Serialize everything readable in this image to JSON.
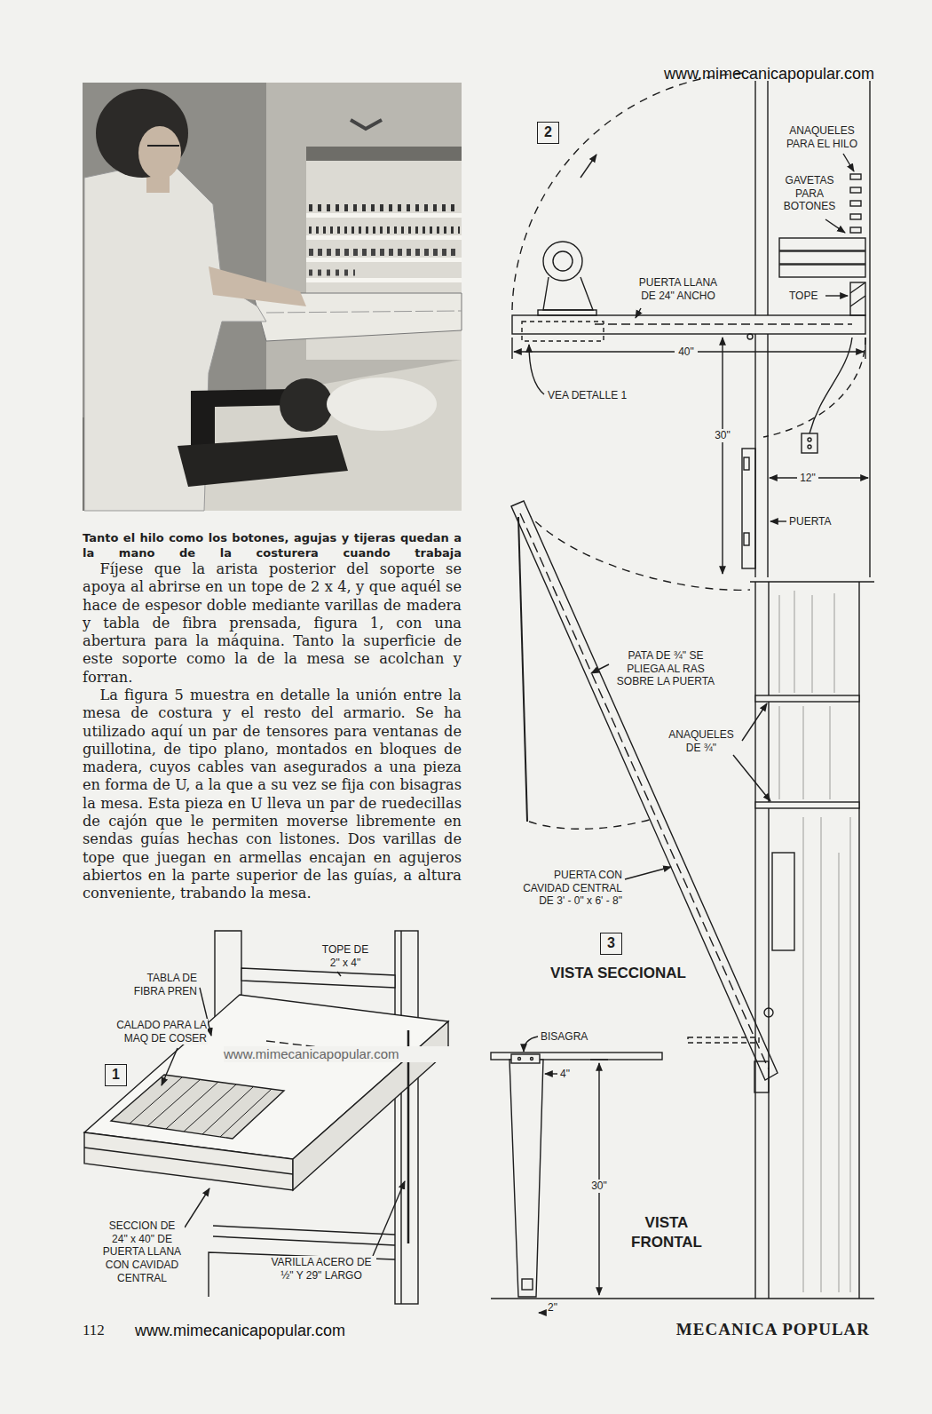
{
  "diagram": {
    "caption": "Tanto el hilo como los botones, agujas y tijeras quedan a la mano de la costurera cuando trabaja",
    "nodes": [
      {
        "text": [
          "1"
        ]
      },
      {
        "text": [
          "2"
        ]
      },
      {
        "text": [
          "3"
        ]
      }
    ],
    "labels": [
      "www.mimecanicapopular.com",
      "Fíjese que la arista posterior del soporte se apoya al abrirse en un tope de 2 x 4, y que aquél se hace de espesor doble mediante varillas de madera y tabla de fibra prensada, figura 1, con una abertura para la máquina. Tanto la superficie de este soporte como la de la mesa se acolchan y forran.",
      "La figura 5 muestra en detalle la unión entre la mesa de costura y el resto del armario. Se ha utilizado aquí un par de tensores para ventanas de guillotina, de tipo plano, montados en bloques de madera, cuyos cables van asegurados a una pieza en forma de U, a la que a su vez se fija con bisagras la mesa. Esta pieza en U lleva un par de ruedecillas de cajón que le permiten moverse libremente en sendas guías hechas con listones. Dos varillas de tope que juegan en armellas encajan en agujeros abiertos en la parte superior de las guías, a altura conveniente, trabando la mesa.",
      "TABLA DE FIBRA PREN",
      "TOPE DE 2\" x 4\"",
      "CALADO PARA LA MAQ DE COSER",
      "www.mimecanicapopular.com",
      "SECCION DE 24\" x 40\" DE PUERTA LLANA CON CAVIDAD CENTRAL",
      "VARILLA ACERO DE ½\" Y 29\" LARGO",
      "ANAQUELES PARA EL HILO",
      "GAVETAS PARA BOTONES",
      "PUERTA LLANA DE 24\" ANCHO",
      "TOPE",
      "40\"",
      "VEA DETALLE 1",
      "30\"",
      "12\"",
      "PUERTA",
      "PATA DE ¾\" SE PLIEGA AL RAS SOBRE LA PUERTA",
      "ANAQUELES DE ¾\"",
      "PUERTA CON CAVIDAD CENTRAL DE 3' - 0\" x 6' - 8\"",
      "VISTA SECCIONAL",
      "BISAGRA",
      "4\"",
      "30\"",
      "VISTA FRONTAL",
      "2\"",
      "112",
      "www.mimecanicapopular.com",
      "MECANICA POPULAR"
    ]
  }
}
